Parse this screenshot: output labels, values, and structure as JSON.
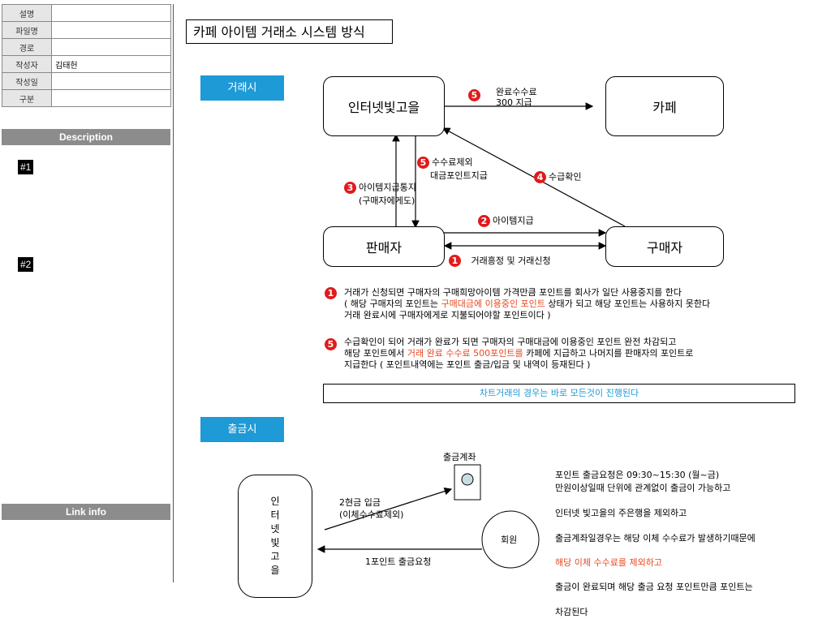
{
  "meta": {
    "rows": [
      {
        "key": "설명",
        "value": ""
      },
      {
        "key": "파일명",
        "value": ""
      },
      {
        "key": "경로",
        "value": ""
      },
      {
        "key": "작성자",
        "value": "김태헌"
      },
      {
        "key": "작성일",
        "value": ""
      },
      {
        "key": "구분",
        "value": ""
      }
    ]
  },
  "sidebar": {
    "description": "Description",
    "tag1": "#1",
    "tag2": "#2",
    "link_info": "Link info"
  },
  "title": "카페 아이템 거래소 시스템 방식",
  "trade": {
    "section": "거래시",
    "nodes": {
      "loan": "인터넷빛고을",
      "cafe": "카페",
      "seller": "판매자",
      "buyer": "구매자"
    },
    "labels": {
      "fee_num": "5",
      "fee_1": "완료수수료",
      "fee_2": "300 지급",
      "deduct_num": "5",
      "deduct_1": "수수료제외",
      "deduct_2": "대금포인트지급",
      "notify_num": "3",
      "notify_1": "아이템지급통지",
      "notify_2": "(구매자에게도)",
      "confirm_num": "4",
      "confirm_1": "수급확인",
      "give_num": "2",
      "give_1": "아이템지급",
      "nego_num": "1",
      "nego_1": "거래흥정 및 거래신청"
    },
    "notes": {
      "n1_num": "1",
      "n1_l1": "거래가 신청되면 구매자의 구매희망아이템 가격만큼 포인트를 회사가 일단 사용중지를 한다",
      "n1_l2a": "( 해당 구매자의 포인트는 ",
      "n1_l2b": "구매대금에 이용중인 포인트",
      "n1_l2c": " 상태가 되고 해당 포인트는 사용하지 못한다",
      "n1_l3": "거래 완료시에 구매자에게로 지불되어야할 포인트이다 )",
      "n5_num": "5",
      "n5_l1": "수급확인이 되어 거래가 완료가 되면 구매자의 구매대금에 이용중인 포인트 완전 차감되고",
      "n5_l2a": "해당 포인트에서 ",
      "n5_l2b": "거래 완료 수수료 500포인트를",
      "n5_l2c": " 카페에 지급하고 나머지를 판매자의 포인트로",
      "n5_l3": "지급한다 ( 포인트내역에는 포인트 출금/입금 및 내역이 등재된다 )",
      "chat": "차트거래의 경우는 바로 모든것이 진행된다"
    }
  },
  "withdraw": {
    "section": "출금시",
    "account_label": "출금계좌",
    "loan_vertical": [
      "인",
      "터",
      "넷",
      "빛",
      "고",
      "을"
    ],
    "member": "회원",
    "cash_1": "2현금 입금",
    "cash_2": "(이체수수료제외)",
    "req": "1포인트 출금요청",
    "right": [
      "포인트 출금요청은 09:30~15:30 (월~금)",
      "만원이상일때 단위에 관계없이 출금이 가능하고",
      "인터넷 빛고을의 주은행을 제외하고",
      "출금계좌일경우는 해당 이체 수수료가 발생하기때문에",
      "해당 이체 수수료를 제외하고",
      "출금이 완료되며 해당 출금 요청 포인트만큼 포인트는",
      "차감된다"
    ]
  },
  "colors": {
    "accent": "#1e9ad6",
    "badge": "#e01b1b",
    "highlight": "#e8471e"
  }
}
